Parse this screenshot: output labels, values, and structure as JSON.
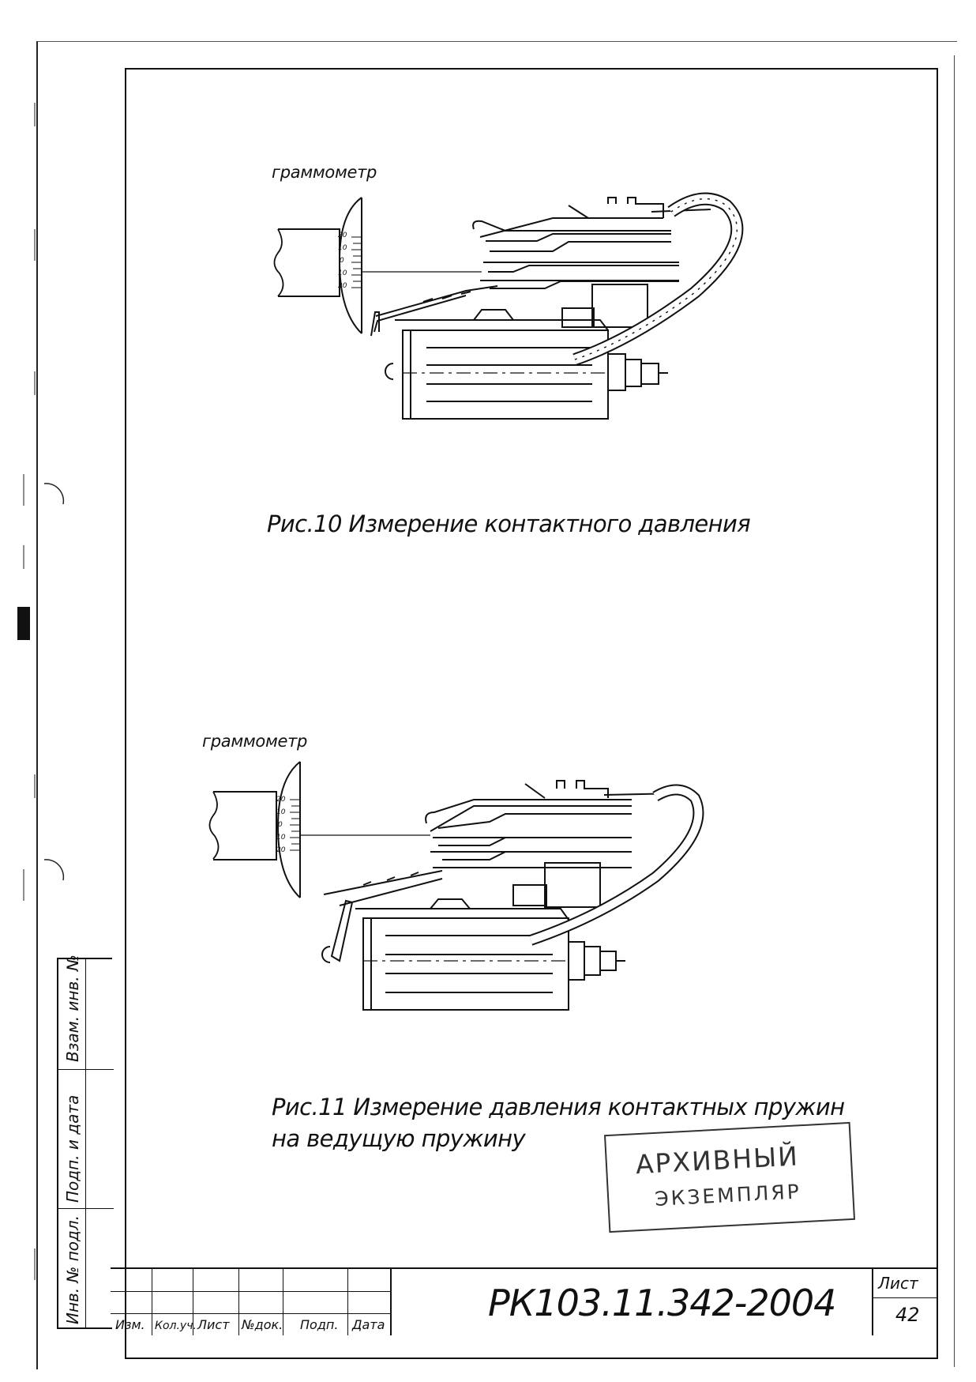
{
  "figure_10": {
    "instrument_label": "граммометр",
    "scale_ticks": [
      "20",
      "10",
      "0",
      "10",
      "20"
    ],
    "caption": "Рис.10 Измерение контактного давления"
  },
  "figure_11": {
    "instrument_label": "граммометр",
    "scale_ticks": [
      "20",
      "10",
      "0",
      "10",
      "20"
    ],
    "caption_line1": "Рис.11 Измерение давления контактных пружин",
    "caption_line2": "на ведущую пружину"
  },
  "stamp": {
    "line1": "АРХИВНЫЙ",
    "line2": "ЭКЗЕМПЛЯР"
  },
  "side_block": {
    "field1": "Инв. № подл.",
    "field2": "Подп. и дата",
    "field3": "Взам. инв. №"
  },
  "title_block": {
    "headers": [
      "Изм.",
      "Кол.уч.",
      "Лист",
      "№док.",
      "Подп.",
      "Дата"
    ],
    "document_code": "РК103.11.342-2004",
    "sheet_label": "Лист",
    "sheet_number": "42"
  }
}
